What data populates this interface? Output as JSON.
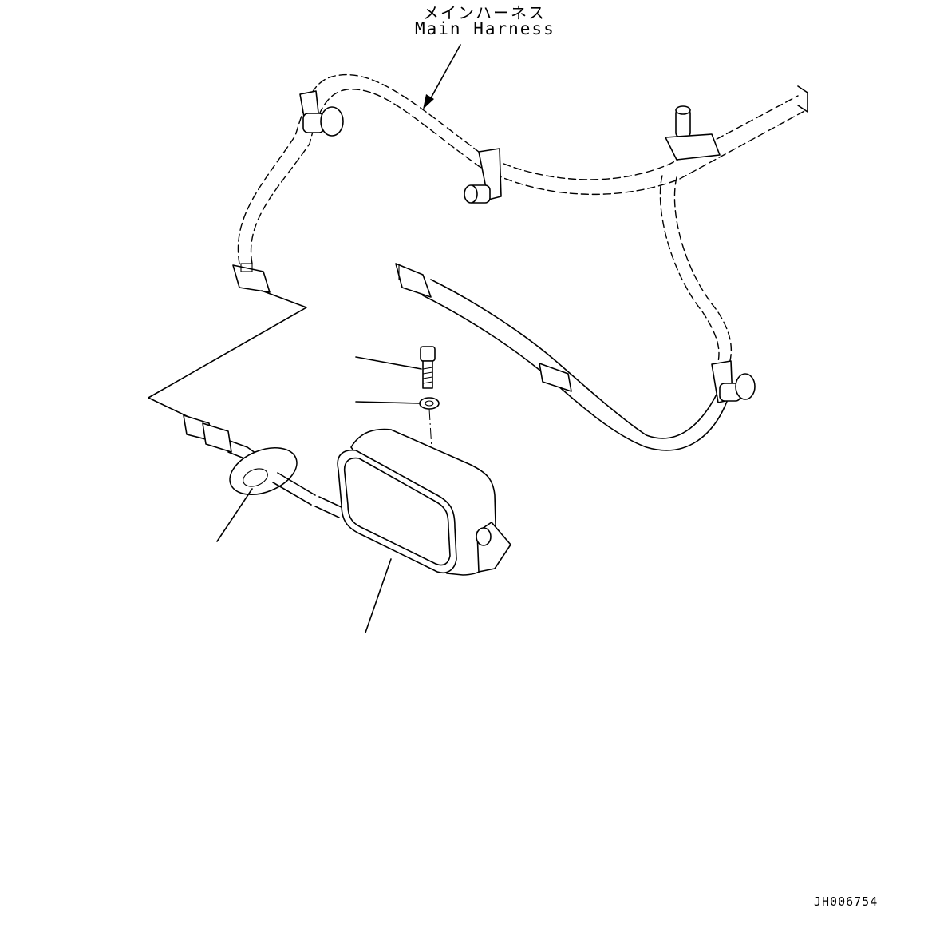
{
  "labels": {
    "main_harness_jp": "メインハーネス",
    "main_harness_en": "Main Harness",
    "drawing_code": "JH006754"
  },
  "icons": [
    "harness-clamp-icon",
    "connector-icon",
    "bolt-icon",
    "washer-icon",
    "grommet-icon",
    "lamp-icon"
  ]
}
